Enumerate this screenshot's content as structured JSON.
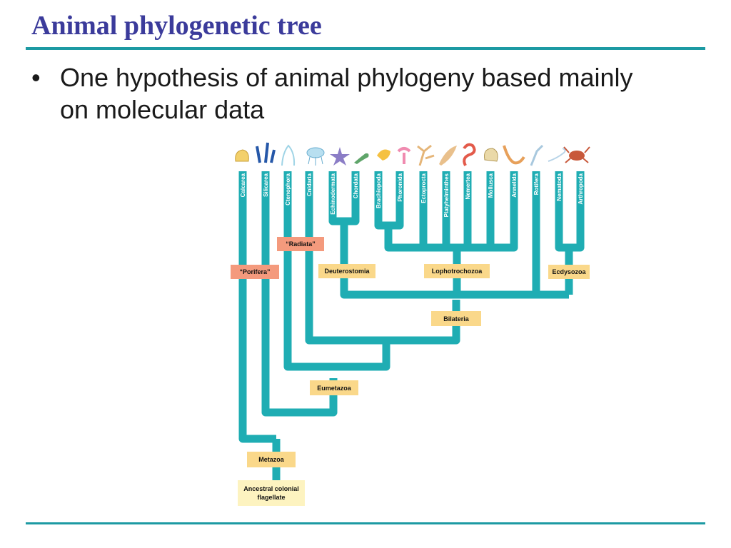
{
  "slide": {
    "title": "Animal phylogenetic tree",
    "bullet_symbol": "•",
    "bullet": "One hypothesis of animal phylogeny based mainly on molecular data"
  },
  "colors": {
    "title": "#3b3b9b",
    "rule": "#1d9aa3",
    "branch": "#1fadb3",
    "clade_box": "#fad88a",
    "paraphyletic_box": "#f49a7d"
  },
  "taxa": [
    "Calcarea",
    "Silicarea",
    "Ctenophora",
    "Cnidaria",
    "Echinodermata",
    "Chordata",
    "Brachiopoda",
    "Phoronida",
    "Ectoprocta",
    "Platyhelminthes",
    "Nemertea",
    "Mollusca",
    "Annelida",
    "Rotifera",
    "Nematoda",
    "Arthropoda"
  ],
  "taxon_icons": [
    "calcarea-sponge-icon",
    "silicarea-sponge-icon",
    "ctenophore-icon",
    "jellyfish-icon",
    "starfish-icon",
    "lizard-icon",
    "brachiopod-icon",
    "phoronid-icon",
    "ectoproct-icon",
    "flatworm-icon",
    "ribbon-worm-icon",
    "snail-icon",
    "earthworm-icon",
    "rotifer-icon",
    "roundworm-icon",
    "crab-icon"
  ],
  "clades": {
    "radiata": "“Radiata”",
    "porifera": "“Porifera”",
    "deuterostomia": "Deuterostomia",
    "lophotrochozoa": "Lophotrochozoa",
    "ecdysozoa": "Ecdysozoa",
    "bilateria": "Bilateria",
    "eumetazoa": "Eumetazoa",
    "metazoa": "Metazoa",
    "ancestor": "Ancestral colonial flagellate"
  }
}
